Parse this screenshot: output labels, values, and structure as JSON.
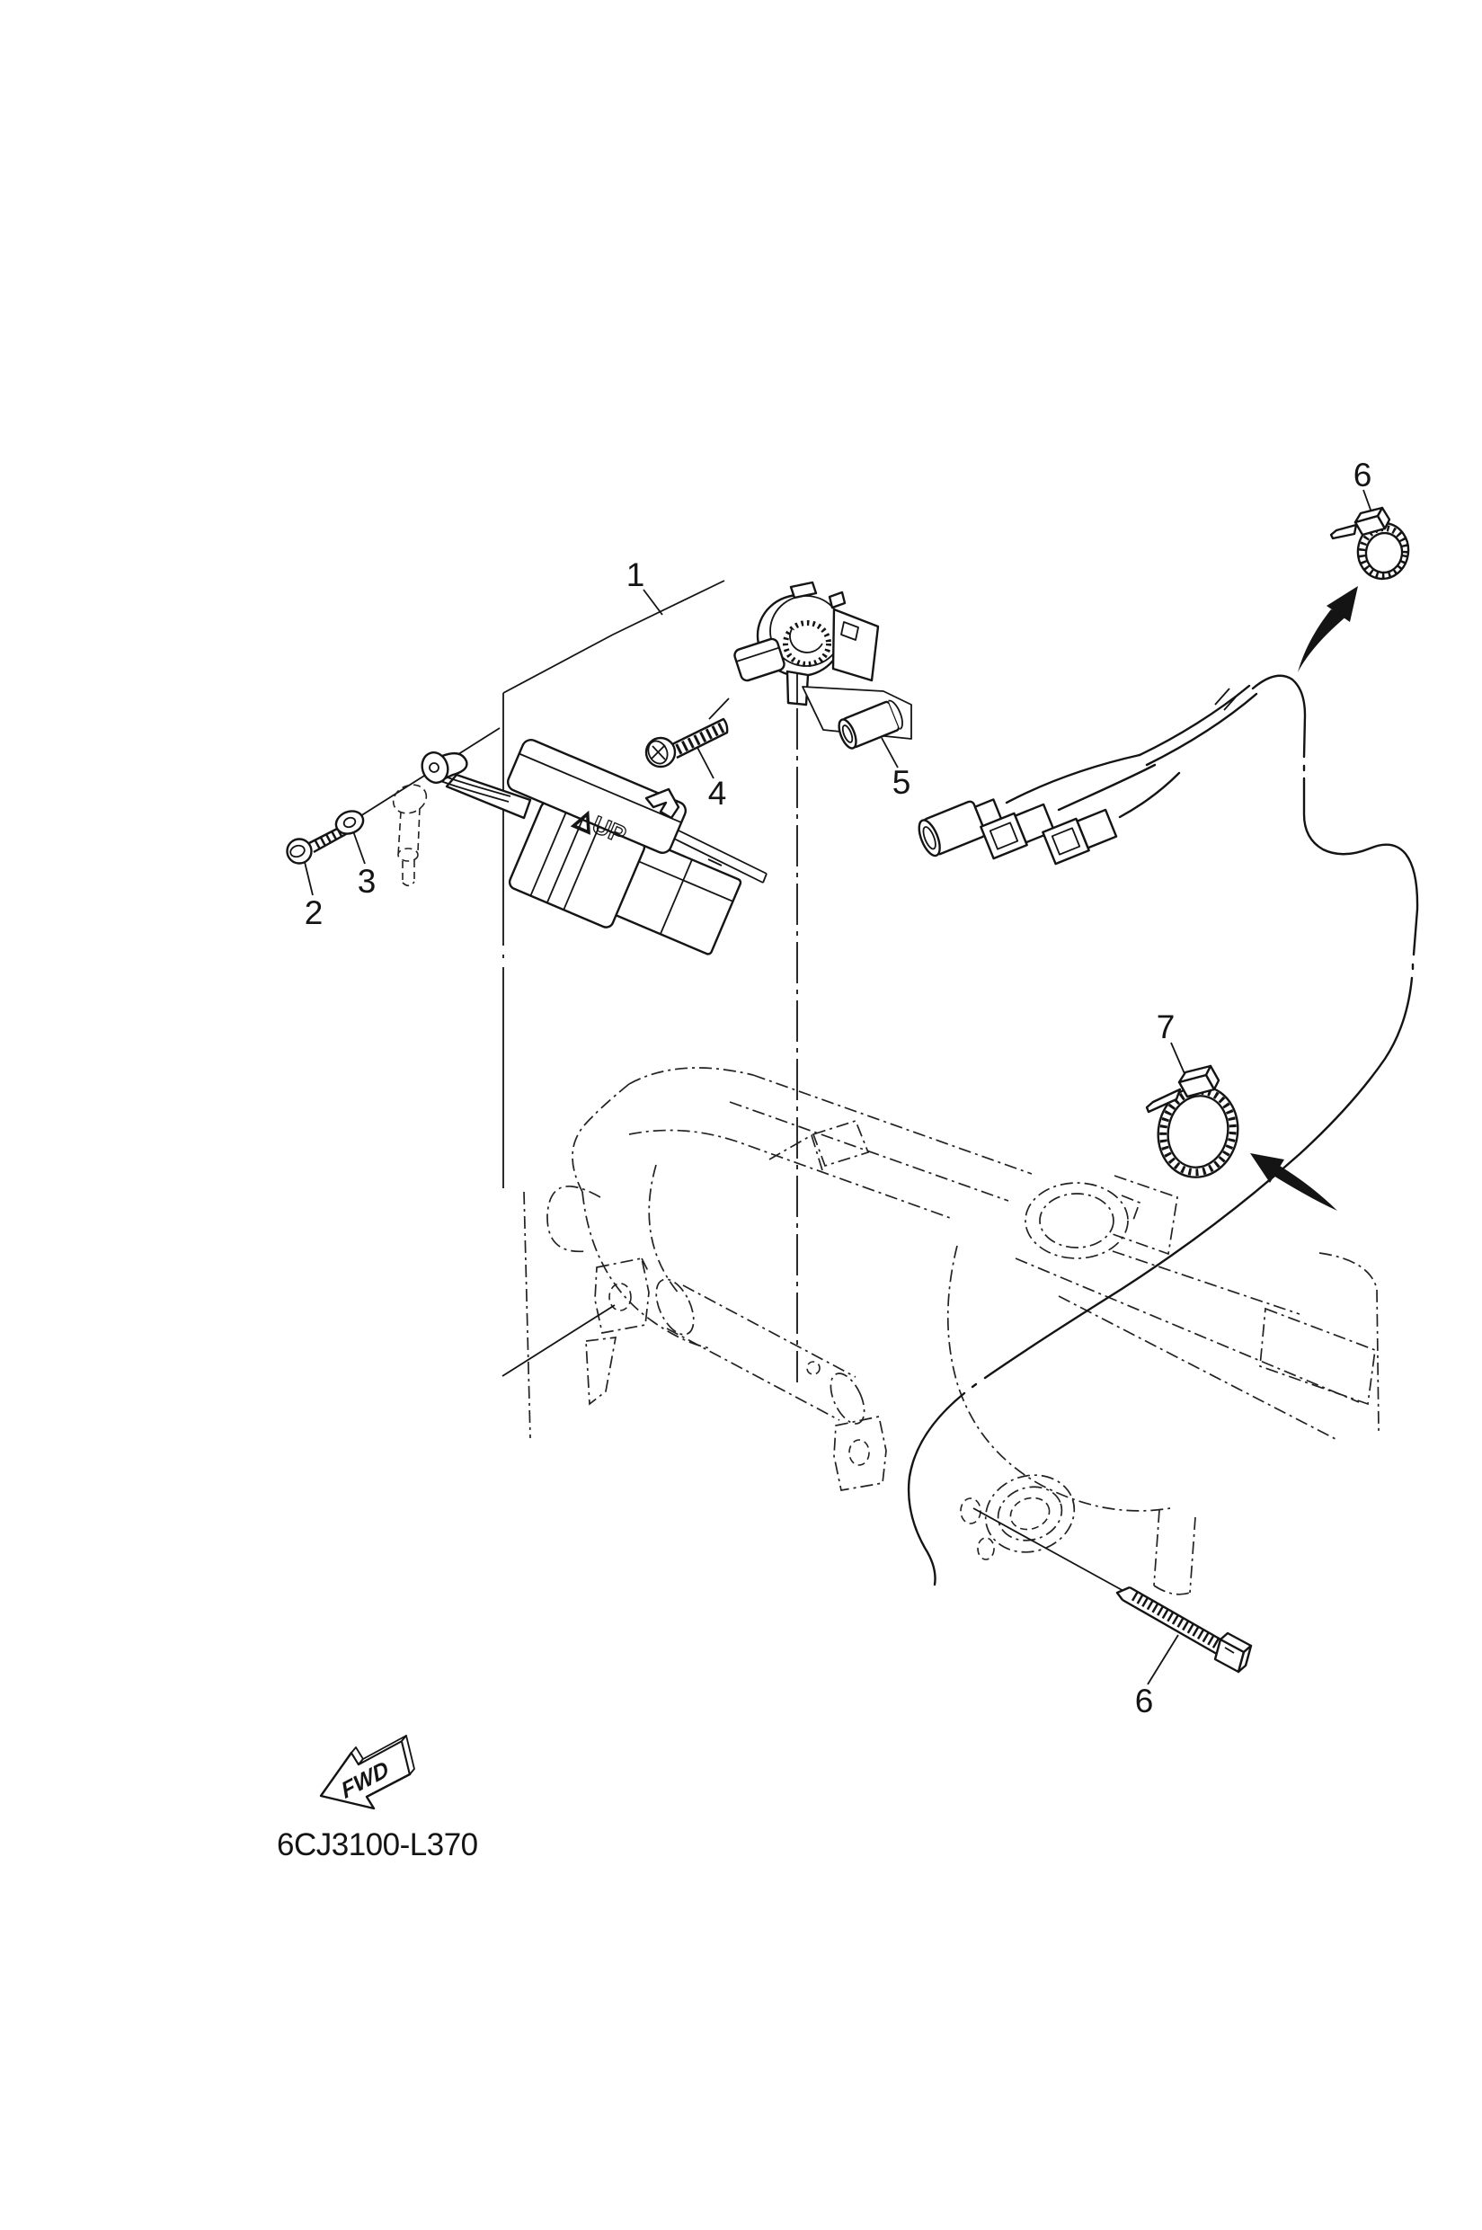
{
  "page": {
    "background": "#ffffff",
    "ink": "#141414"
  },
  "diagram": {
    "code": "6CJ3100-L370",
    "fwd_label": "FWD",
    "up_label": "△UP",
    "callouts": {
      "c1": "1",
      "c2": "2",
      "c3": "3",
      "c4": "4",
      "c5": "5",
      "c6_top": "6",
      "c7": "7",
      "c6_bottom": "6"
    }
  }
}
